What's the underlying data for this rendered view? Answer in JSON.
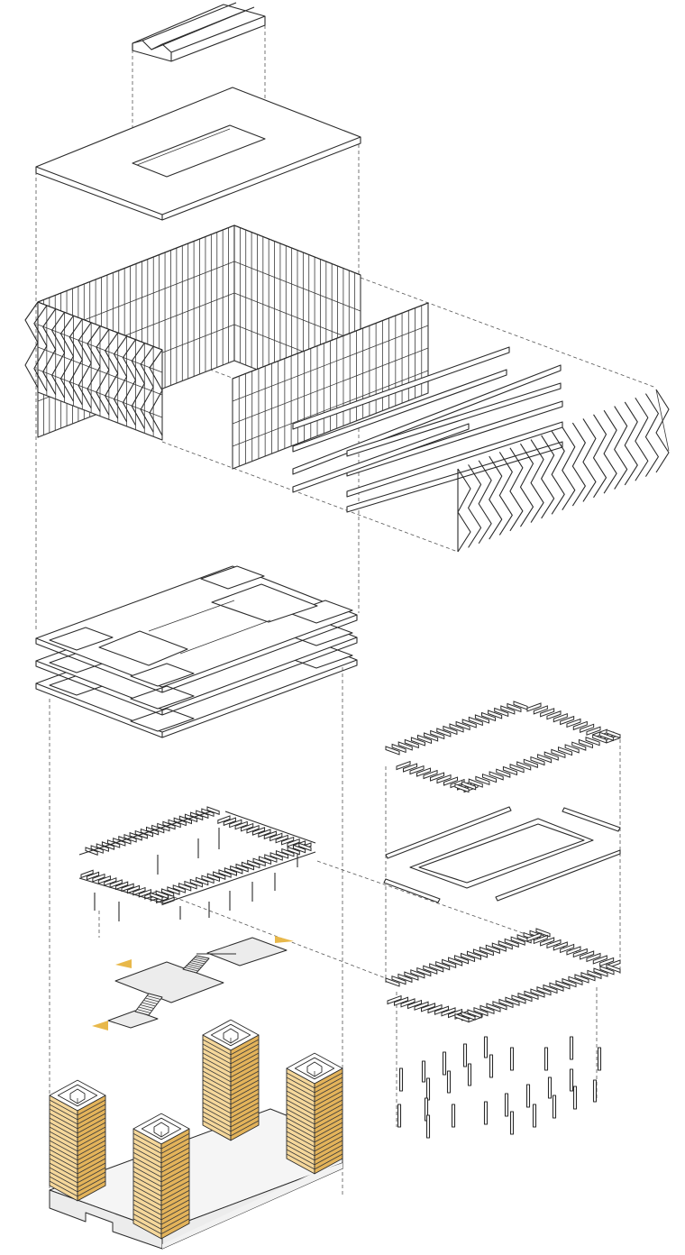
{
  "colors": {
    "accent": "#f5d79a",
    "accent_dark": "#e3b35a",
    "marker": "#e8b84a",
    "line": "#2b2b2b",
    "panel": "#ececec"
  },
  "layers": [
    {
      "id": "skylight-roof",
      "kind": "roof-skylight"
    },
    {
      "id": "roof-slab",
      "kind": "slab-with-opening"
    },
    {
      "id": "facade-grid",
      "kind": "curtain-wall-grid"
    },
    {
      "id": "louver-strips",
      "kind": "horizontal-louvers"
    },
    {
      "id": "diagonal-fins",
      "kind": "facade-fins"
    },
    {
      "id": "floor-plates",
      "kind": "stacked-floor-plates"
    },
    {
      "id": "timber-frame",
      "kind": "beam-grid-with-columns"
    },
    {
      "id": "stair-platforms",
      "kind": "stairs-and-landings"
    },
    {
      "id": "core-towers",
      "kind": "cores-and-podium"
    },
    {
      "id": "exploded-beams",
      "kind": "beam-components"
    },
    {
      "id": "exploded-columns",
      "kind": "column-components"
    }
  ]
}
